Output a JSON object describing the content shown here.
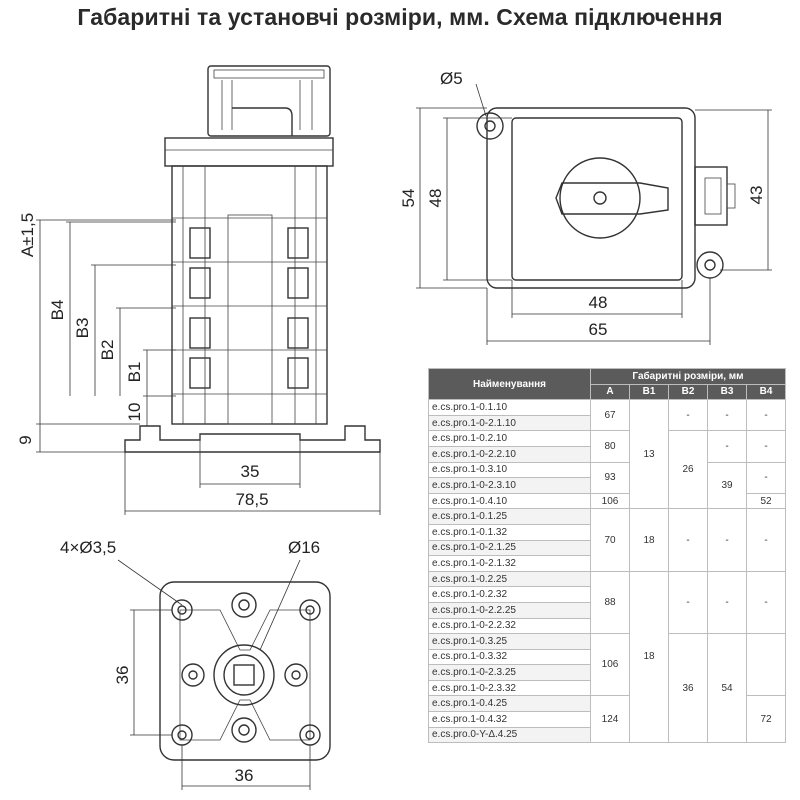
{
  "title": "Габаритні та установчі розміри, мм. Схема підключення",
  "side_view": {
    "dims": [
      "A±1,5",
      "B4",
      "B3",
      "B2",
      "B1",
      "10",
      "9",
      "35",
      "78,5"
    ]
  },
  "front_view": {
    "dims": [
      "Ø5",
      "54",
      "48",
      "43",
      "48",
      "65"
    ]
  },
  "bottom_view": {
    "dims": [
      "4×Ø3,5",
      "Ø16",
      "36",
      "36"
    ]
  },
  "table": {
    "header_name": "Найменування",
    "header_group": "Габаритні розміри, мм",
    "columns": [
      "A",
      "B1",
      "B2",
      "B3",
      "B4"
    ],
    "names": [
      "e.cs.pro.1-0.1.10",
      "e.cs.pro.1-0-2.1.10",
      "e.cs.pro.1-0.2.10",
      "e.cs.pro.1-0-2.2.10",
      "e.cs.pro.1-0.3.10",
      "e.cs.pro.1-0-2.3.10",
      "e.cs.pro.1-0.4.10",
      "e.cs.pro.1-0.1.25",
      "e.cs.pro.1-0.1.32",
      "e.cs.pro.1-0-2.1.25",
      "e.cs.pro.1-0-2.1.32",
      "e.cs.pro.1-0.2.25",
      "e.cs.pro.1-0.2.32",
      "e.cs.pro.1-0-2.2.25",
      "e.cs.pro.1-0-2.2.32",
      "e.cs.pro.1-0.3.25",
      "e.cs.pro.1-0.3.32",
      "e.cs.pro.1-0-2.3.25",
      "e.cs.pro.1-0-2.3.32",
      "e.cs.pro.1-0.4.25",
      "e.cs.pro.1-0.4.32",
      "e.cs.pro.0-Y-Δ.4.25"
    ],
    "A": [
      "67",
      "80",
      "93",
      "106",
      "70",
      "88",
      "106",
      "124"
    ],
    "B1": [
      "13",
      "18",
      "18"
    ],
    "B2": [
      "-",
      "26",
      "-",
      "-",
      "36"
    ],
    "B3": [
      "-",
      "-",
      "39",
      "-",
      "-",
      "54"
    ],
    "B4": [
      "-",
      "-",
      "-",
      "52",
      "-",
      "-",
      "72"
    ]
  }
}
